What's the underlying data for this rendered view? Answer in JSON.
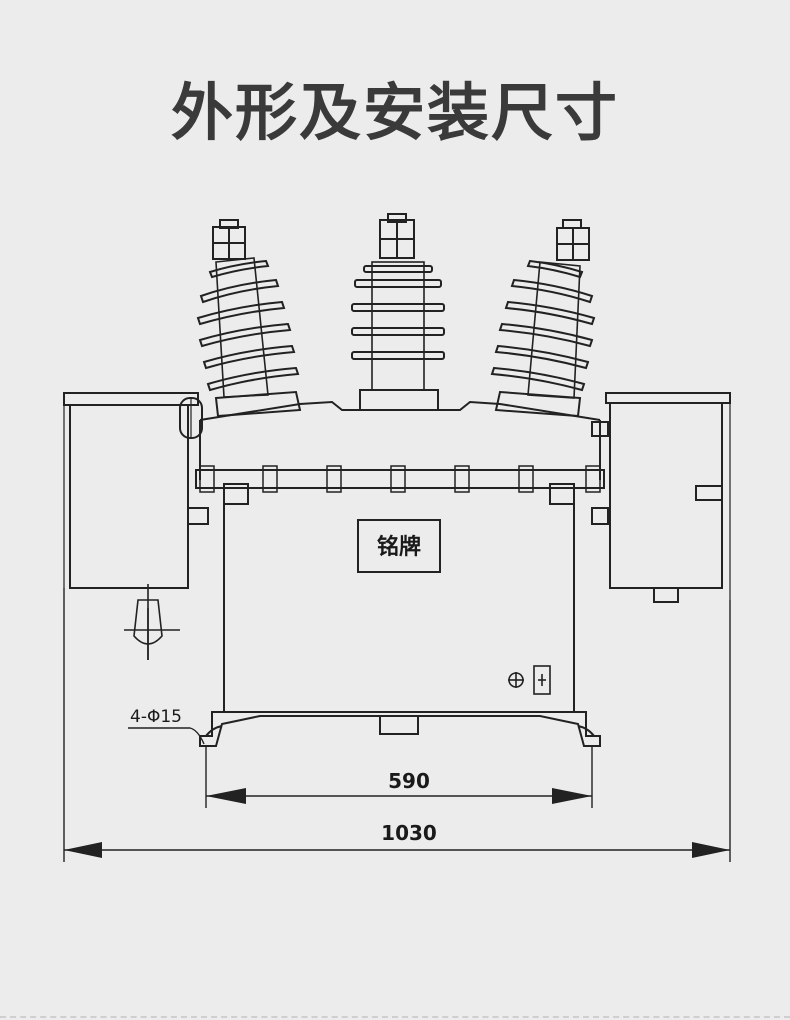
{
  "title": "外形及安装尺寸",
  "nameplate_label": "铭牌",
  "dimensions": {
    "mount_width": "590",
    "overall_width": "1030",
    "hole_spec": "4-Φ15"
  }
}
